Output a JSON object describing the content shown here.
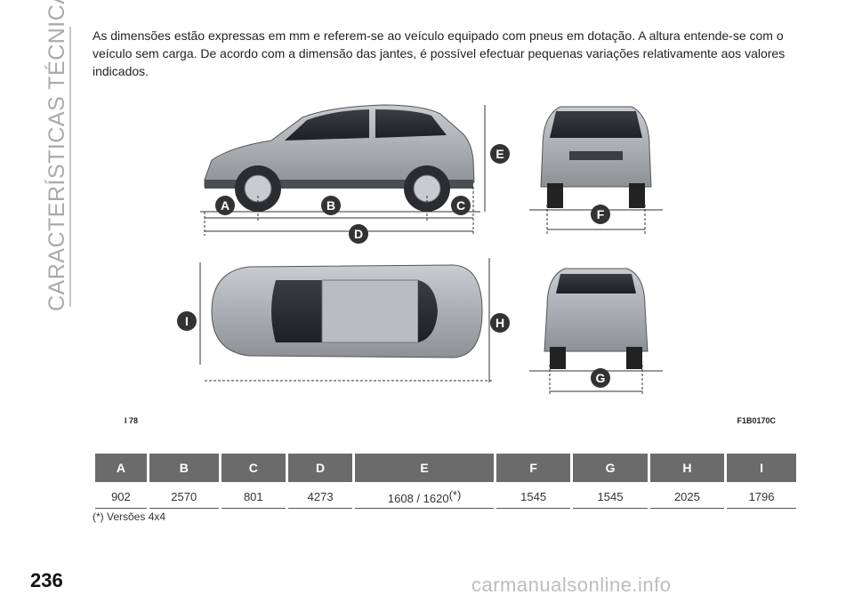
{
  "section_title": "CARACTERÍSTICAS TÉCNICAS",
  "intro_text": "As dimensões estão expressas em mm e referem-se ao veículo equipado com pneus em dotação. A altura entende-se com o veículo sem carga. De acordo com a dimensão das jantes, é possível efectuar pequenas variações relativamente aos valores indicados.",
  "figure": {
    "left_code": "I 78",
    "right_code": "F1B0170C",
    "labels": [
      "A",
      "B",
      "C",
      "D",
      "E",
      "F",
      "G",
      "H",
      "I"
    ]
  },
  "table": {
    "headers": [
      "A",
      "B",
      "C",
      "D",
      "E",
      "F",
      "G",
      "H",
      "I"
    ],
    "values": [
      "902",
      "2570",
      "801",
      "4273",
      "1608 / 1620",
      "1545",
      "1545",
      "2025",
      "1796"
    ],
    "e_marker": "(*)"
  },
  "footnote": "(*) Versões 4x4",
  "page_number": "236",
  "watermark": "carmanualsonline.info",
  "colors": {
    "badge": "#333333",
    "header_bg": "#6b6b6b",
    "car_body": "#a7abb0"
  }
}
